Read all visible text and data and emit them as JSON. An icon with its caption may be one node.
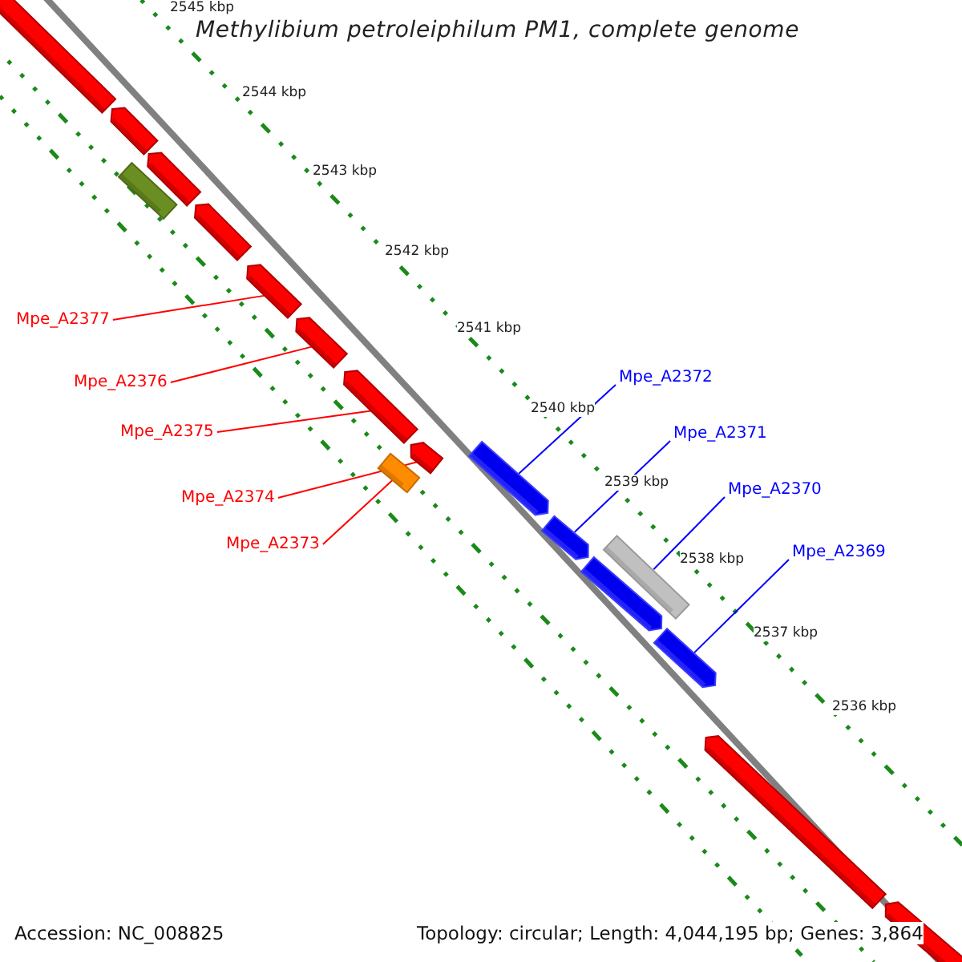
{
  "diagram": {
    "title": "Methylibium petroleiphilum PM1, complete genome",
    "nodes": [
      {
        "text": [],
        "shape": "bar"
      },
      {
        "text": [],
        "shape": "bar"
      },
      {
        "text": [],
        "shape": "bar"
      },
      {
        "text": [],
        "shape": "bar"
      },
      {
        "text": [],
        "shape": "bar"
      },
      {
        "text": [],
        "shape": "bar"
      },
      {
        "text": [],
        "shape": "bar"
      },
      {
        "text": [],
        "shape": "bar"
      },
      {
        "text": [],
        "shape": "bar"
      },
      {
        "text": [],
        "shape": "bar"
      },
      {
        "text": [],
        "shape": "bar"
      },
      {
        "text": [],
        "shape": "bar"
      },
      {
        "text": [],
        "shape": "bar"
      },
      {
        "text": [],
        "shape": "bar"
      },
      {
        "text": [],
        "shape": "bar"
      },
      {
        "text": [],
        "shape": "bar"
      },
      {
        "text": [],
        "shape": "bar"
      },
      {
        "text": [
          "Mpe_A2377"
        ]
      },
      {
        "text": [
          "Mpe_A2376"
        ]
      },
      {
        "text": [
          "Mpe_A2375"
        ]
      },
      {
        "text": [
          "Mpe_A2374"
        ]
      },
      {
        "text": [
          "Mpe_A2373"
        ]
      },
      {
        "text": [
          "Mpe_A2372"
        ]
      },
      {
        "text": [
          "Mpe_A2371"
        ]
      },
      {
        "text": [
          "Mpe_A2370"
        ]
      },
      {
        "text": [
          "Mpe_A2369"
        ]
      }
    ],
    "edges": [
      {
        "from": 17,
        "to": 5,
        "arrow": "none"
      },
      {
        "from": 18,
        "to": 6,
        "arrow": "none"
      },
      {
        "from": 19,
        "to": 7,
        "arrow": "none"
      },
      {
        "from": 20,
        "to": 8,
        "arrow": "none"
      },
      {
        "from": 21,
        "to": 9,
        "arrow": "none"
      },
      {
        "from": 22,
        "to": 10,
        "arrow": "none",
        "color": "#0000ff"
      },
      {
        "from": 23,
        "to": 11,
        "arrow": "none",
        "color": "#0000ff"
      },
      {
        "from": 24,
        "to": 13,
        "arrow": "none",
        "color": "#0000ff"
      },
      {
        "from": 25,
        "to": 14,
        "arrow": "none",
        "color": "#0000ff"
      }
    ],
    "labels": [
      "2545 kbp",
      "2544 kbp",
      "2543 kbp",
      "2542 kbp",
      "2541 kbp",
      "2540 kbp",
      "2539 kbp",
      "2538 kbp",
      "2537 kbp",
      "2536 kbp",
      "Accession: NC_008825",
      "Topology: circular; Length: 4,044,195 bp; Genes: 3,864"
    ]
  }
}
